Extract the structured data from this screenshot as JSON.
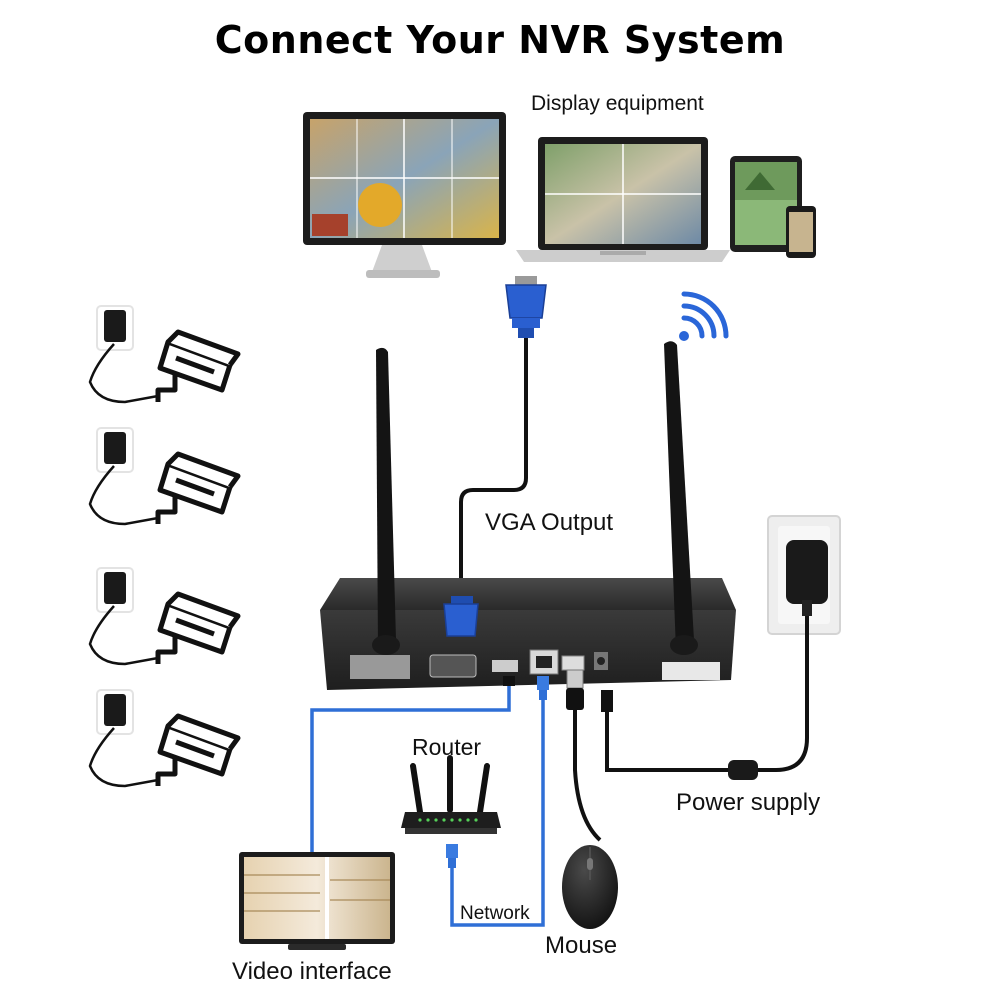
{
  "title": "Connect Your NVR System",
  "labels": {
    "display_equipment": "Display equipment",
    "vga_output": "VGA Output",
    "router": "Router",
    "power_supply": "Power supply",
    "network": "Network",
    "mouse": "Mouse",
    "video_interface": "Video interface"
  },
  "colors": {
    "cable_blue": "#2f6fd6",
    "cable_black": "#1a1a1a",
    "vga_blue": "#2a5fd0",
    "nvr_body": "#2b2b2b",
    "wifi_blue": "#2a66d8"
  },
  "icons": [
    "monitor-icon",
    "laptop-icon",
    "tablet-icon",
    "phone-icon",
    "vga-connector-icon",
    "wifi-icon",
    "antenna-icon",
    "camera-icon",
    "power-adapter-icon",
    "router-icon",
    "mouse-icon",
    "wall-socket-icon"
  ]
}
